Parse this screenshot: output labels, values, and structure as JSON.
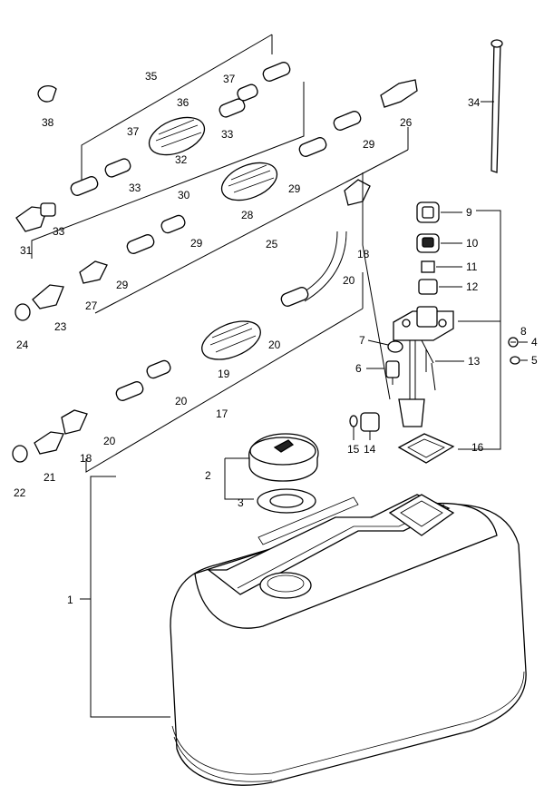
{
  "callouts": {
    "c1": "1",
    "c2": "2",
    "c3": "3",
    "c4": "4",
    "c5": "5",
    "c6": "6",
    "c7": "7",
    "c8": "8",
    "c9": "9",
    "c10": "10",
    "c11": "11",
    "c12": "12",
    "c13": "13",
    "c14": "14",
    "c15": "15",
    "c16": "16",
    "c17": "17",
    "c18a": "18",
    "c18b": "18",
    "c19": "19",
    "c20a": "20",
    "c20b": "20",
    "c20c": "20",
    "c20d": "20",
    "c21": "21",
    "c22": "22",
    "c23": "23",
    "c24": "24",
    "c25": "25",
    "c26": "26",
    "c27": "27",
    "c28": "28",
    "c29a": "29",
    "c29b": "29",
    "c29c": "29",
    "c29d": "29",
    "c30": "30",
    "c31": "31",
    "c32": "32",
    "c33a": "33",
    "c33b": "33",
    "c33c": "33",
    "c34": "34",
    "c35": "35",
    "c36": "36",
    "c37a": "37",
    "c37b": "37",
    "c38": "38"
  }
}
